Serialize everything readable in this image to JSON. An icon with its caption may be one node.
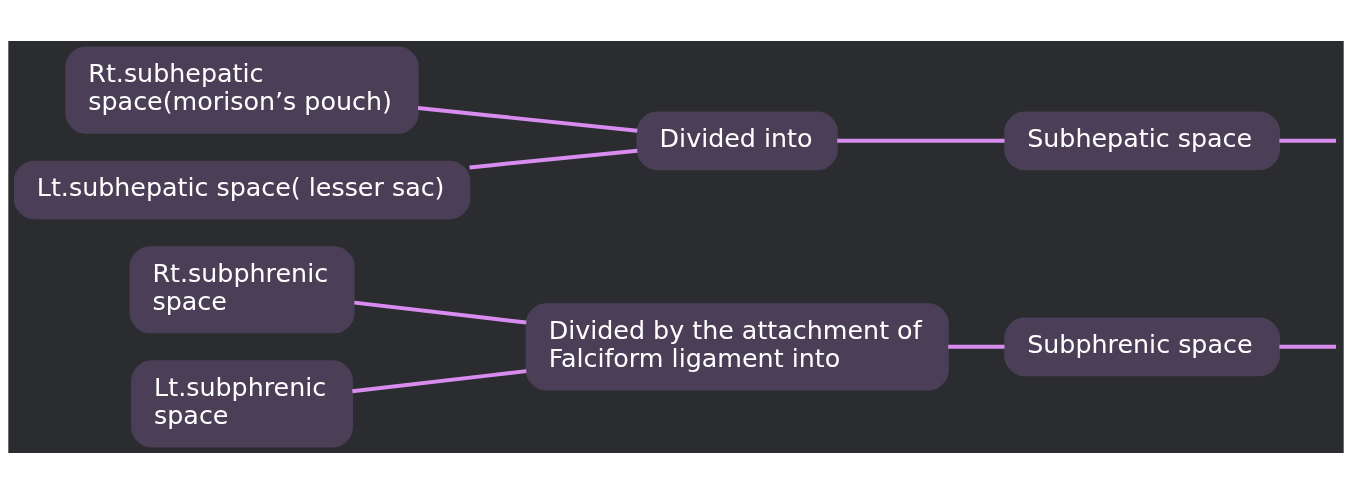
{
  "diagram": {
    "nodes": [
      {
        "text": [
          "Rt.subphrenic space"
        ]
      },
      {
        "text": [
          "Lt.subphrenic space"
        ]
      },
      {
        "text": [
          "Divided by the attachment of Falciform ligament into"
        ]
      },
      {
        "text": [
          "Subphrenic space"
        ]
      },
      {
        "text": [
          "Rt.subhepatic space(morison’s pouch)"
        ]
      },
      {
        "text": [
          "Lt.subhepatic space( lesser sac)"
        ]
      },
      {
        "text": [
          "Divided into"
        ]
      },
      {
        "text": [
          "Subhepatic space"
        ]
      }
    ],
    "edges": [
      {
        "from": 2,
        "to": 0,
        "arrow": "none"
      },
      {
        "from": 2,
        "to": 1,
        "arrow": "none"
      },
      {
        "from": 3,
        "to": 2,
        "arrow": "none"
      },
      {
        "from": 6,
        "to": 4,
        "arrow": "none"
      },
      {
        "from": 6,
        "to": 5,
        "arrow": "none"
      },
      {
        "from": 7,
        "to": 6,
        "arrow": "none"
      },
      {
        "from": 3,
        "to": null,
        "arrow": "none"
      },
      {
        "from": 7,
        "to": null,
        "arrow": "none"
      }
    ]
  }
}
